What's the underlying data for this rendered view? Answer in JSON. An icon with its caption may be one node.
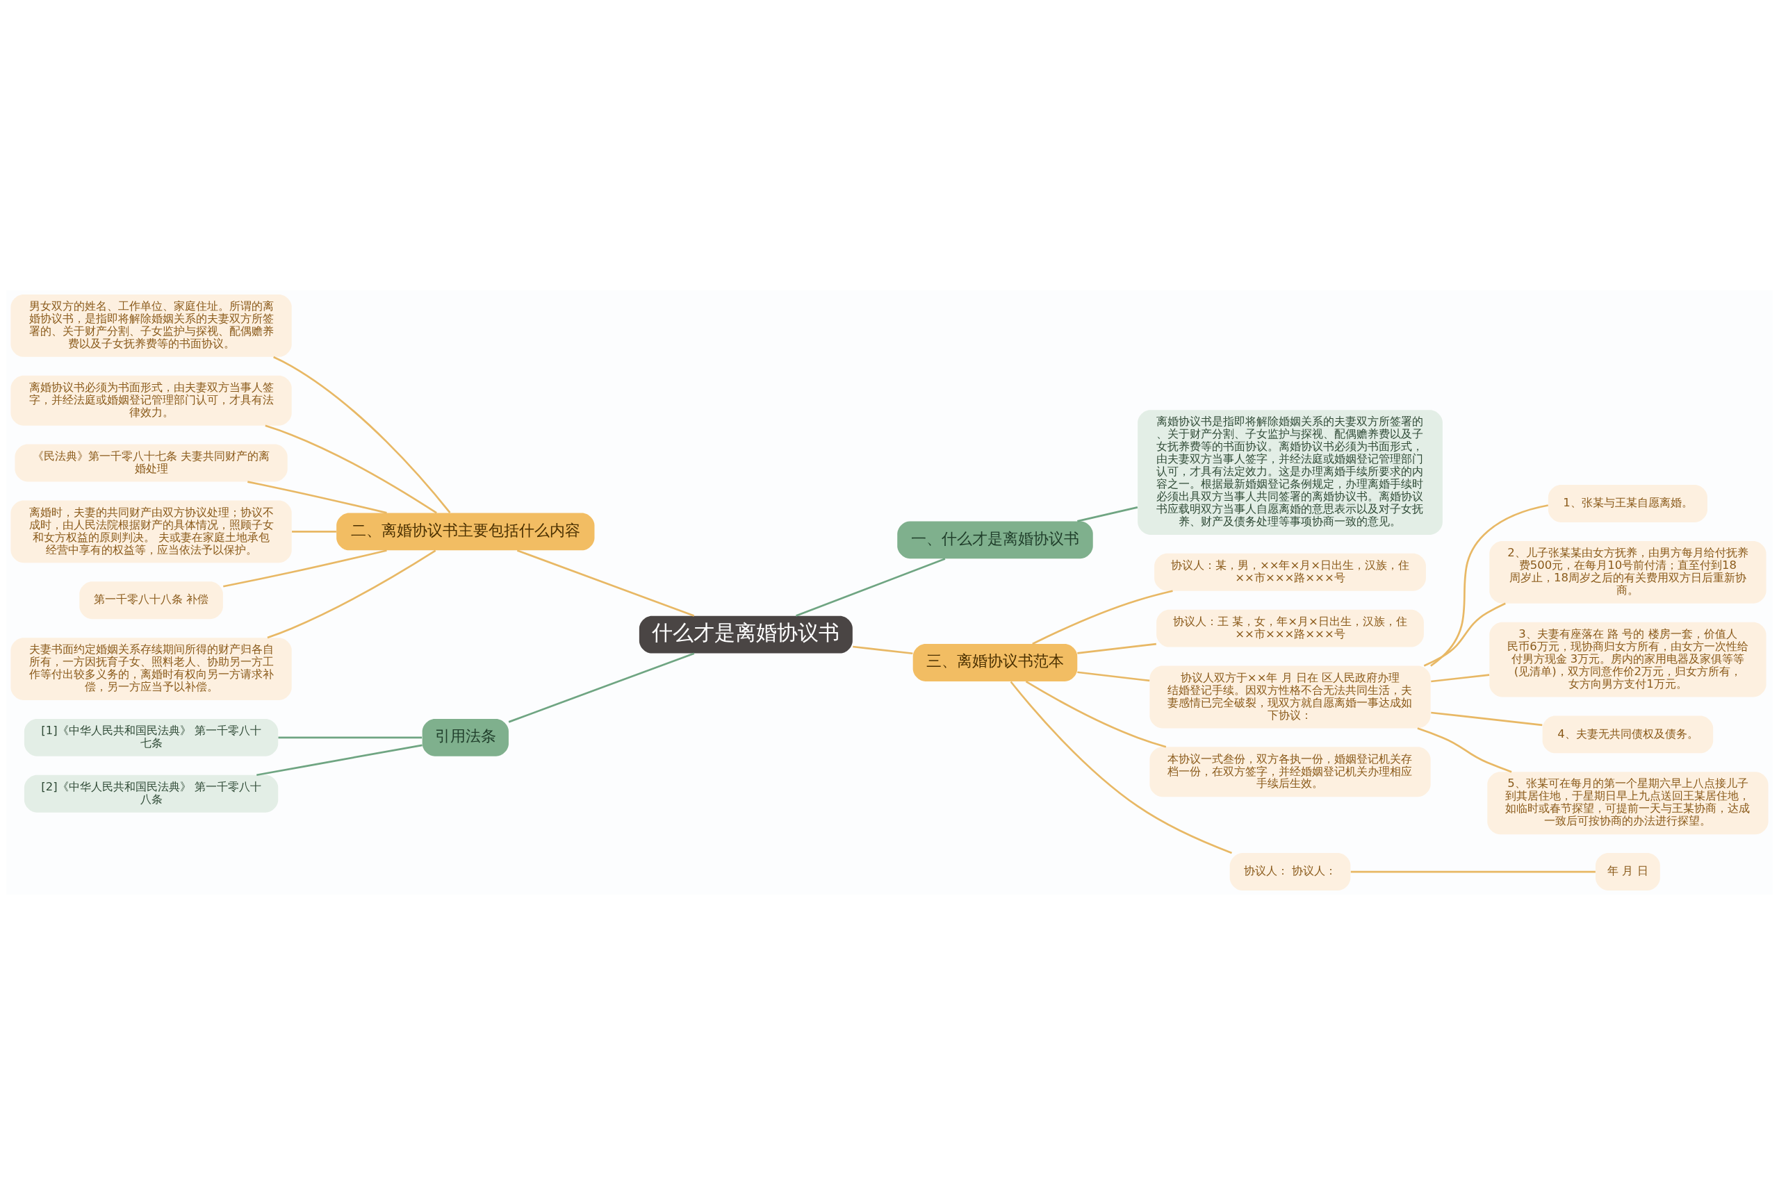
{
  "diagram": {
    "nodes": [
      {
        "text": [
          "什么才是离婚协议书"
        ]
      },
      {
        "text": [
          "一、什么才是离婚协议书"
        ]
      },
      {
        "text": [
          "离婚协议书是指即将解除婚姻关系的夫妻双方所签署的、关于财产分割、子女监护与探视、配偶赡养费以及子女抚养费等的书面协议。离婚协议书必须为书面形式，由夫妻双方当事人签字，并经法庭或婚姻登记管理部门认可，才具有法定效力。这是办理离婚手续所要求的内容之一。根据最新婚姻登记条例规定，办理离婚手续时必须出具双方当事人共同签署的离婚协议书。离婚协议书应载明双方当事人自愿离婚的意思表示以及对子女抚养、财产及债务处理等事项协商一致的意见。"
        ]
      },
      {
        "text": [
          "二、离婚协议书主要包括什么内容"
        ]
      },
      {
        "text": [
          "男女双方的姓名、工作单位、家庭住址。所谓的离婚协议书，是指即将解除婚姻关系的夫妻双方所签署的、关于财产分割、子女监护与探视、配偶赡养费以及子女抚养费等的书面协议。"
        ]
      },
      {
        "text": [
          "离婚协议书必须为书面形式，由夫妻双方当事人签字，并经法庭或婚姻登记管理部门认可，才具有法律效力。"
        ]
      },
      {
        "text": [
          "《民法典》第一千零八十七条 夫妻共同财产的离婚处理"
        ]
      },
      {
        "text": [
          "离婚时，夫妻的共同财产由双方协议处理；协议不成时，由人民法院根据财产的具体情况，照顾子女和女方权益的原则判决。 夫或妻在家庭土地承包经营中享有的权益等，应当依法予以保护。"
        ]
      },
      {
        "text": [
          "第一千零八十八条 补偿"
        ]
      },
      {
        "text": [
          "夫妻书面约定婚姻关系存续期间所得的财产归各自所有，一方因抚育子女、照料老人、协助另一方工作等付出较多义务的，离婚时有权向另一方请求补偿，另一方应当予以补偿。"
        ]
      },
      {
        "text": [
          "引用法条"
        ]
      },
      {
        "text": [
          "[1]《中华人民共和国民法典》 第一千零八十七条"
        ]
      },
      {
        "text": [
          "[2]《中华人民共和国民法典》 第一千零八十八条"
        ]
      },
      {
        "text": [
          "三、离婚协议书范本"
        ]
      },
      {
        "text": [
          "协议人：某，男，××年×月×日出生，汉族，住××市×××路×××号"
        ]
      },
      {
        "text": [
          "协议人：王 某，女，年×月×日出生，汉族，住××市×××路×××号"
        ]
      },
      {
        "text": [
          "协议人双方于××年 月 日在 区人民政府办理结婚登记手续。因双方性格不合无法共同生活，夫妻感情已完全破裂，现双方就自愿离婚一事达成如下协议："
        ]
      },
      {
        "text": [
          "1、张某与王某自愿离婚。"
        ]
      },
      {
        "text": [
          "2、儿子张某某由女方抚养，由男方每月给付抚养费500元，在每月10号前付清；直至付到18周岁止，18周岁之后的有关费用双方日后重新协商。"
        ]
      },
      {
        "text": [
          "3、夫妻有座落在 路 号的 楼房一套，价值人民币6万元，现协商归女方所有，由女方一次性给付男方现金 3万元。房内的家用电器及家俱等等(见清单)，双方同意作价2万元，归女方所有，女方向男方支付1万元。"
        ]
      },
      {
        "text": [
          "4、夫妻无共同债权及债务。"
        ]
      },
      {
        "text": [
          "5、张某可在每月的第一个星期六早上八点接儿子到其居住地，于星期日早上九点送回王某居住地，如临时或春节探望，可提前一天与王某协商，达成一致后可按协商的办法进行探望。"
        ]
      },
      {
        "text": [
          "本协议一式叁份，双方各执一份，婚姻登记机关存档一份，在双方签字，并经婚姻登记机关办理相应手续后生效。"
        ]
      },
      {
        "text": [
          "协议人： 协议人："
        ]
      },
      {
        "text": [
          "年 月 日"
        ]
      }
    ],
    "edges": [
      {
        "from": 0,
        "to": 1,
        "arrow": "none",
        "color": "#6fa582"
      },
      {
        "from": 1,
        "to": 2,
        "arrow": "none",
        "color": "#6fa582"
      },
      {
        "from": 0,
        "to": 3,
        "arrow": "none"
      },
      {
        "from": 3,
        "to": 4,
        "arrow": "none"
      },
      {
        "from": 3,
        "to": 5,
        "arrow": "none"
      },
      {
        "from": 3,
        "to": 6,
        "arrow": "none"
      },
      {
        "from": 3,
        "to": 7,
        "arrow": "none"
      },
      {
        "from": 3,
        "to": 8,
        "arrow": "none"
      },
      {
        "from": 3,
        "to": 9,
        "arrow": "none"
      },
      {
        "from": 0,
        "to": 10,
        "arrow": "none",
        "color": "#6fa582"
      },
      {
        "from": 10,
        "to": 11,
        "arrow": "none",
        "color": "#6fa582"
      },
      {
        "from": 10,
        "to": 12,
        "arrow": "none",
        "color": "#6fa582"
      },
      {
        "from": 0,
        "to": 13,
        "arrow": "none"
      },
      {
        "from": 13,
        "to": 14,
        "arrow": "none"
      },
      {
        "from": 13,
        "to": 15,
        "arrow": "none"
      },
      {
        "from": 13,
        "to": 16,
        "arrow": "none"
      },
      {
        "from": 16,
        "to": 17,
        "arrow": "none"
      },
      {
        "from": 16,
        "to": 18,
        "arrow": "none"
      },
      {
        "from": 16,
        "to": 19,
        "arrow": "none"
      },
      {
        "from": 16,
        "to": 20,
        "arrow": "none"
      },
      {
        "from": 16,
        "to": 21,
        "arrow": "none"
      },
      {
        "from": 13,
        "to": 22,
        "arrow": "none"
      },
      {
        "from": 13,
        "to": 23,
        "arrow": "none"
      },
      {
        "from": 23,
        "to": 24,
        "arrow": "none"
      }
    ]
  }
}
